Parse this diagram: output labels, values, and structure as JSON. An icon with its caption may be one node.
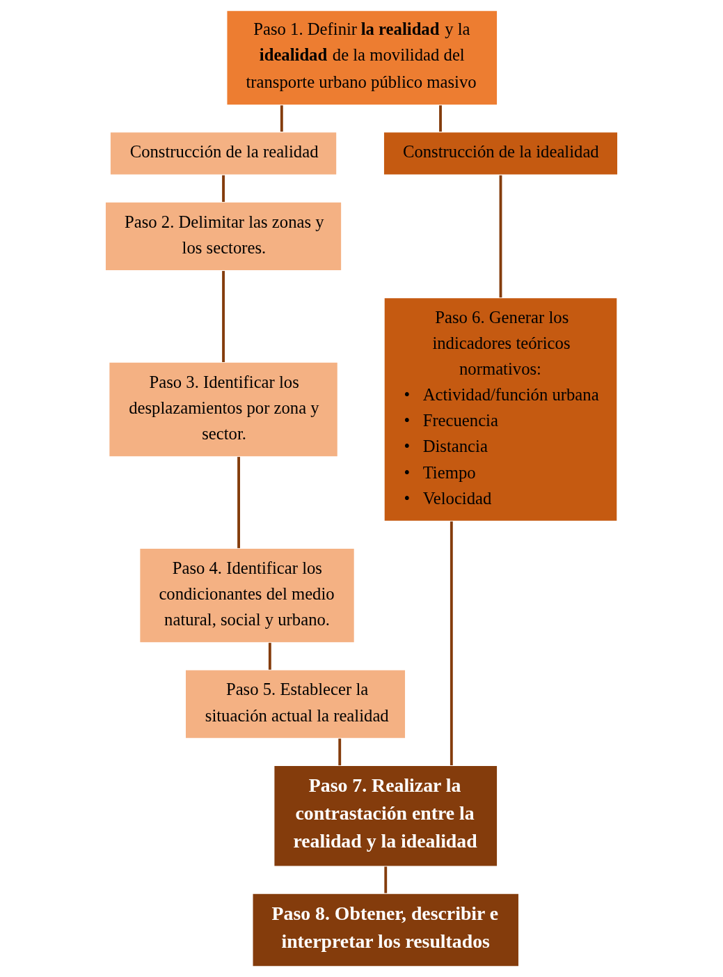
{
  "diagram": {
    "nodes": [
      {
        "text": [
          "Paso 1. Definir **la realidad** y la **idealidad** de la movilidad del transporte urbano público masivo"
        ]
      },
      {
        "text": [
          "Construcción de la realidad"
        ]
      },
      {
        "text": [
          "Paso 2. Delimitar las zonas y los sectores."
        ]
      },
      {
        "text": [
          "Paso 3. Identificar los desplazamientos por zona y sector."
        ]
      },
      {
        "text": [
          "Paso 4. Identificar los condicionantes del medio natural, social y urbano."
        ]
      },
      {
        "text": [
          "Paso 5. Establecer la situación actual la realidad"
        ]
      },
      {
        "text": [
          "Construcción de la idealidad"
        ]
      },
      {
        "text": [
          "Paso 6. Generar los indicadores teóricos normativos:",
          "•   Actividad/función urbana",
          "•   Frecuencia",
          "•   Distancia",
          "•   Tiempo",
          "•   Velocidad"
        ]
      },
      {
        "text": [
          "Paso 7. Realizar la contrastación entre la realidad y la idealidad"
        ]
      },
      {
        "text": [
          "Paso 8. Obtener, describir e interpretar los resultados"
        ]
      }
    ],
    "edges": [
      {
        "from": 0,
        "to": 1,
        "arrow": "none"
      },
      {
        "from": 0,
        "to": 6,
        "arrow": "none"
      },
      {
        "from": 1,
        "to": 2,
        "arrow": "none"
      },
      {
        "from": 2,
        "to": 3,
        "arrow": "none"
      },
      {
        "from": 3,
        "to": 4,
        "arrow": "none"
      },
      {
        "from": 4,
        "to": 5,
        "arrow": "none"
      },
      {
        "from": 6,
        "to": 7,
        "arrow": "none"
      },
      {
        "from": 5,
        "to": 8,
        "arrow": "none"
      },
      {
        "from": 7,
        "to": 8,
        "arrow": "none"
      },
      {
        "from": 8,
        "to": 9,
        "arrow": "none"
      }
    ]
  }
}
